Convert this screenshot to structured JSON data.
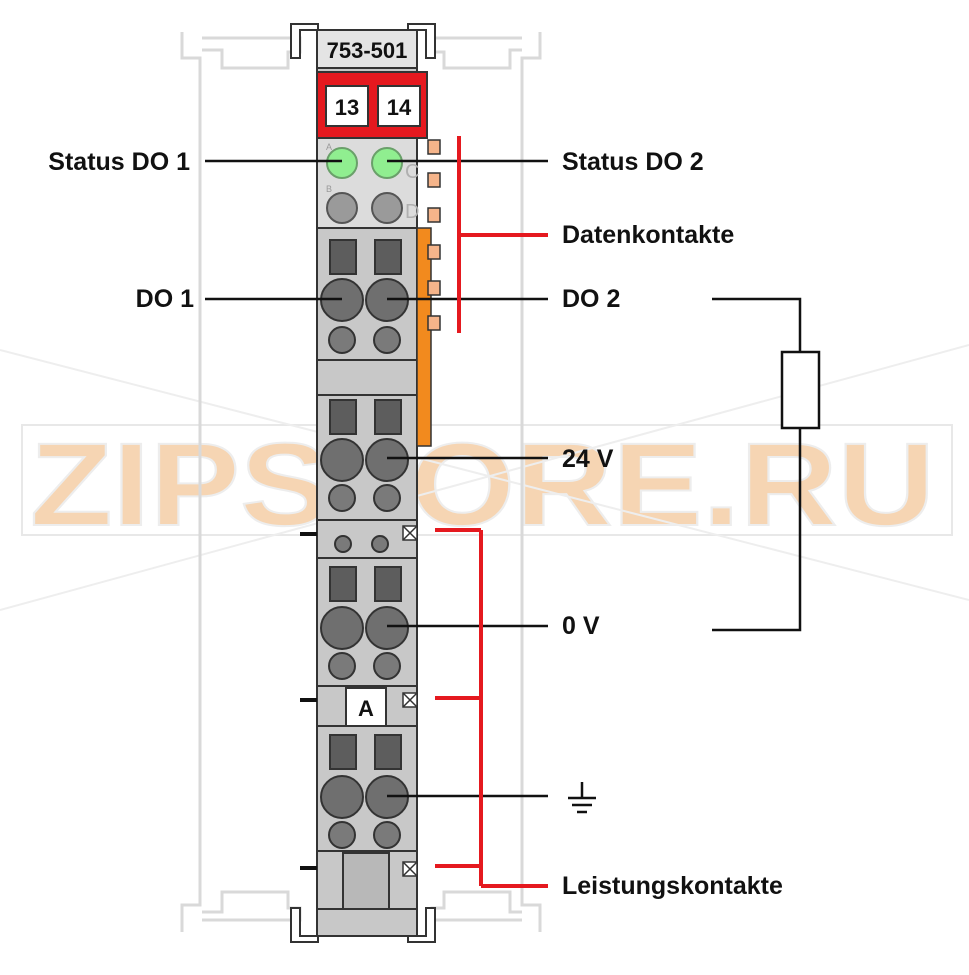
{
  "module": {
    "part_number": "753-501",
    "marker_left": "13",
    "marker_right": "14",
    "fuse_letter": "A",
    "led_letters": [
      "A",
      "B",
      "C",
      "D"
    ]
  },
  "labels": {
    "status_do1": "Status DO 1",
    "status_do2": "Status DO 2",
    "datenkontakte": "Datenkontakte",
    "do1": "DO 1",
    "do2": "DO 2",
    "v24": "24 V",
    "v0": "0 V",
    "leistungskontakte": "Leistungskontakte"
  },
  "icons": {
    "ground": "ground-symbol-icon",
    "load": "resistor-load-icon"
  },
  "watermark": "ZIPSTORE.RU",
  "colors": {
    "module_gray": "#c8c8c8",
    "contact_gray": "#7a7a7a",
    "led_green": "#90ee90",
    "accent_red": "#e5191f",
    "data_contact_orange": "#f28a1e",
    "rail_outline": "#d9d9d9"
  }
}
